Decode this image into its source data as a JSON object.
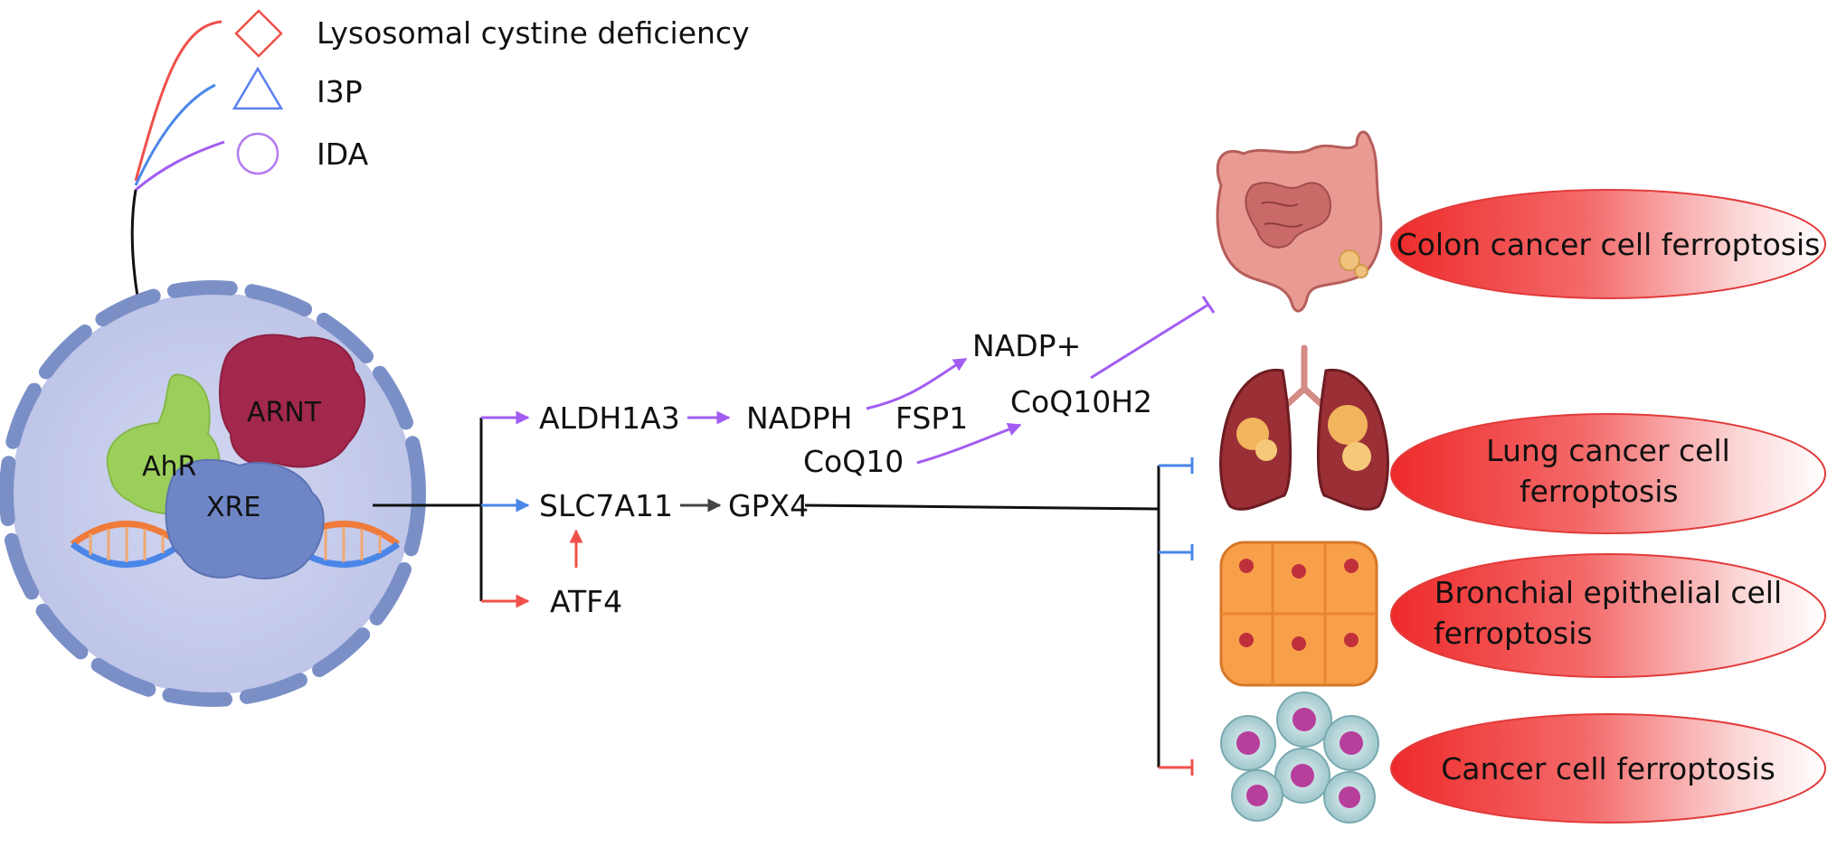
{
  "legend": {
    "items": [
      {
        "label": "Lysosomal cystine deficiency",
        "shape": "diamond-icon",
        "color": "#f0504a"
      },
      {
        "label": "I3P",
        "shape": "triangle-icon",
        "color": "#5b7ff0"
      },
      {
        "label": "IDA",
        "shape": "circle-icon",
        "color": "#b47cf0"
      }
    ]
  },
  "nucleus": {
    "proteins": {
      "ahr": "AhR",
      "arnt": "ARNT",
      "xre": "XRE"
    }
  },
  "pathway": {
    "aldh1a3": "ALDH1A3",
    "nadph": "NADPH",
    "nadp_plus": "NADP+",
    "fsp1": "FSP1",
    "coq10": "CoQ10",
    "coq10h2": "CoQ10H2",
    "slc7a11": "SLC7A11",
    "gpx4": "GPX4",
    "atf4": "ATF4"
  },
  "outcomes": [
    {
      "line1": "Colon cancer cell ferroptosis",
      "line2": "",
      "organ": "colon-icon"
    },
    {
      "line1": "Lung cancer cell",
      "line2": "ferroptosis",
      "organ": "lungs-icon"
    },
    {
      "line1": "Bronchial epithelial cell",
      "line2": "ferroptosis",
      "organ": "epithelial-cells-icon"
    },
    {
      "line1": "Cancer cell ferroptosis",
      "line2": "",
      "organ": "cancer-cells-icon"
    }
  ],
  "colors": {
    "red": "#f0504a",
    "blue": "#4a86e8",
    "purple": "#a25cf2",
    "black": "#111111",
    "nucleus_fill": "#c8cdeb",
    "envelope": "#7b8fc7",
    "ahr": "#9bcf5a",
    "arnt": "#a3284d",
    "xre": "#6f86c6",
    "pill_red": "#f02e2e"
  }
}
